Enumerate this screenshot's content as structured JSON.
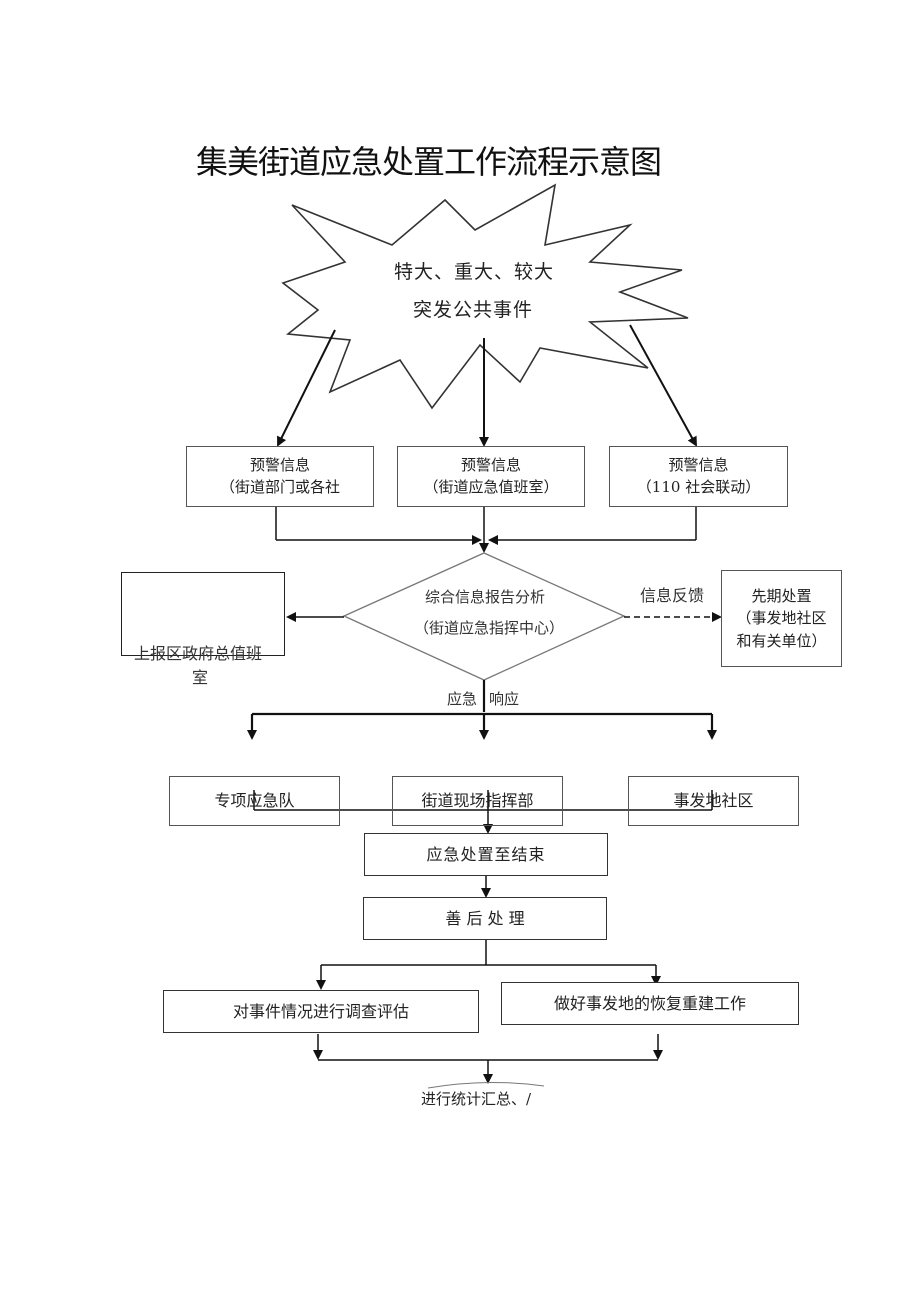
{
  "title": "集美街道应急处置工作流程示意图",
  "event": {
    "line1": "特大、重大、较大",
    "line2": "突发公共事件"
  },
  "warnings": [
    {
      "title": "预警信息",
      "source": "（街道部门或各社"
    },
    {
      "title": "预警信息",
      "source": "（街道应急值班室）"
    },
    {
      "title": "预警信息",
      "source": "（110 社会联动）"
    }
  ],
  "center": {
    "line1": "综合信息报告分析",
    "line2": "（街道应急指挥中心）"
  },
  "report_box": {
    "line1": "上报区政府总值班",
    "line2": "室"
  },
  "feedback_label": "信息反馈",
  "initial_box": {
    "line1": "先期处置",
    "line2": "（事发地社区",
    "line3": "和有关单位）"
  },
  "response_label": {
    "left": "应急",
    "right": "响应"
  },
  "responders": [
    "专项应急队",
    "街道现场指挥部",
    "事发地社区"
  ],
  "to_end": "应急处置至结束",
  "aftermath": "善 后 处 理",
  "followups": [
    "对事件情况进行调查评估",
    "做好事发地的恢复重建工作"
  ],
  "summary": "进行统计汇总、/"
}
